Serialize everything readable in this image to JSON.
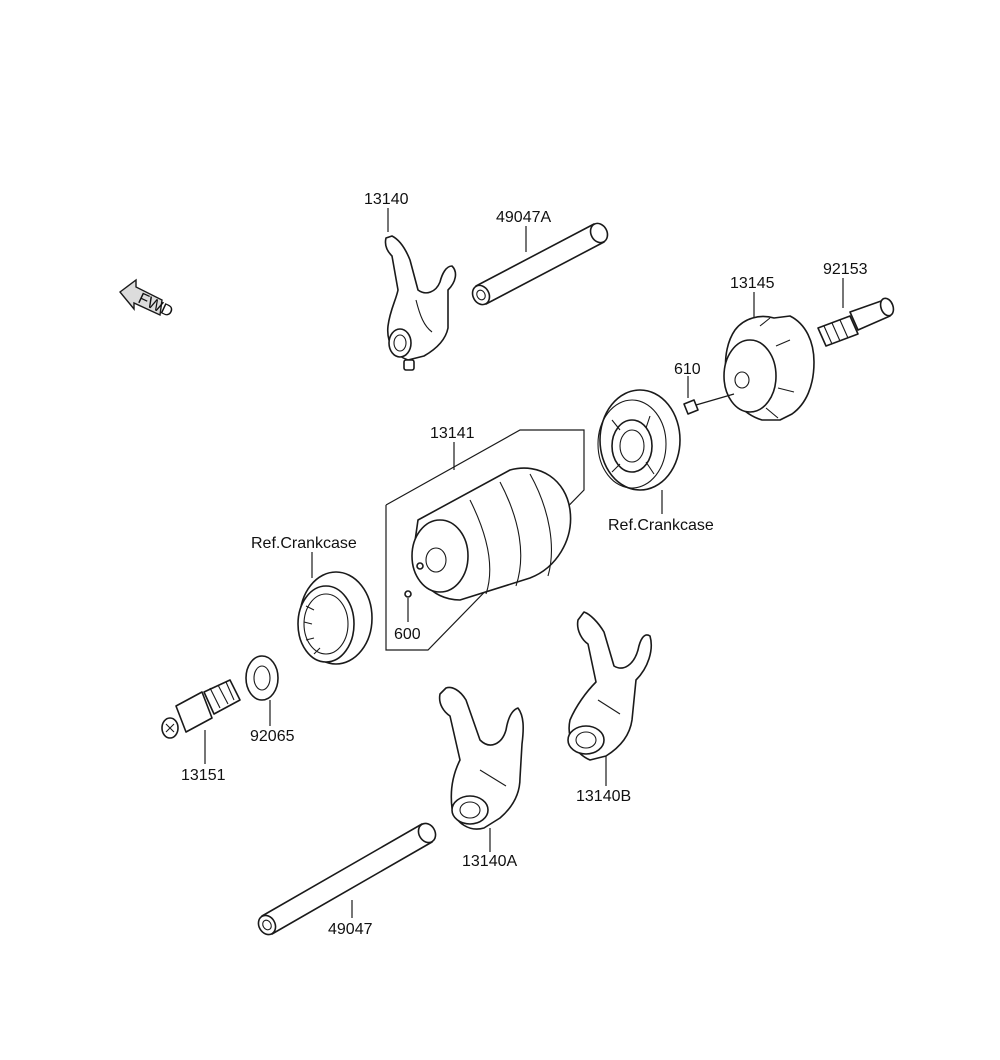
{
  "fwd_label": "FWD",
  "labels": {
    "fork_top": "13140",
    "shaft_top": "49047A",
    "cam_plate": "13145",
    "bolt_right": "92153",
    "pin": "610",
    "drum": "13141",
    "ref_crankcase_right": "Ref.Crankcase",
    "ref_crankcase_left": "Ref.Crankcase",
    "pin_drum": "600",
    "washer": "92065",
    "switch": "13151",
    "fork_a": "13140A",
    "fork_b": "13140B",
    "shaft_bottom": "49047"
  }
}
